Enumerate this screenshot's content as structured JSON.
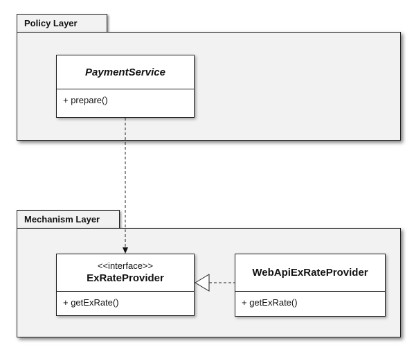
{
  "packages": {
    "policy": {
      "label": "Policy Layer"
    },
    "mechanism": {
      "label": "Mechanism Layer"
    }
  },
  "classes": {
    "payment_service": {
      "name": "PaymentService",
      "operation": "+ prepare()"
    },
    "ex_rate_provider": {
      "stereotype": "<<interface>>",
      "name": "ExRateProvider",
      "operation": "+ getExRate()"
    },
    "web_api_ex_rate_provider": {
      "name": "WebApiExRateProvider",
      "operation": "+ getExRate()"
    }
  },
  "relations": [
    {
      "type": "dependency",
      "from": "PaymentService",
      "to": "ExRateProvider"
    },
    {
      "type": "realization",
      "from": "WebApiExRateProvider",
      "to": "ExRateProvider"
    }
  ],
  "colors": {
    "package_fill": "#f2f2f2",
    "class_fill": "#ffffff",
    "stroke": "#222222"
  }
}
